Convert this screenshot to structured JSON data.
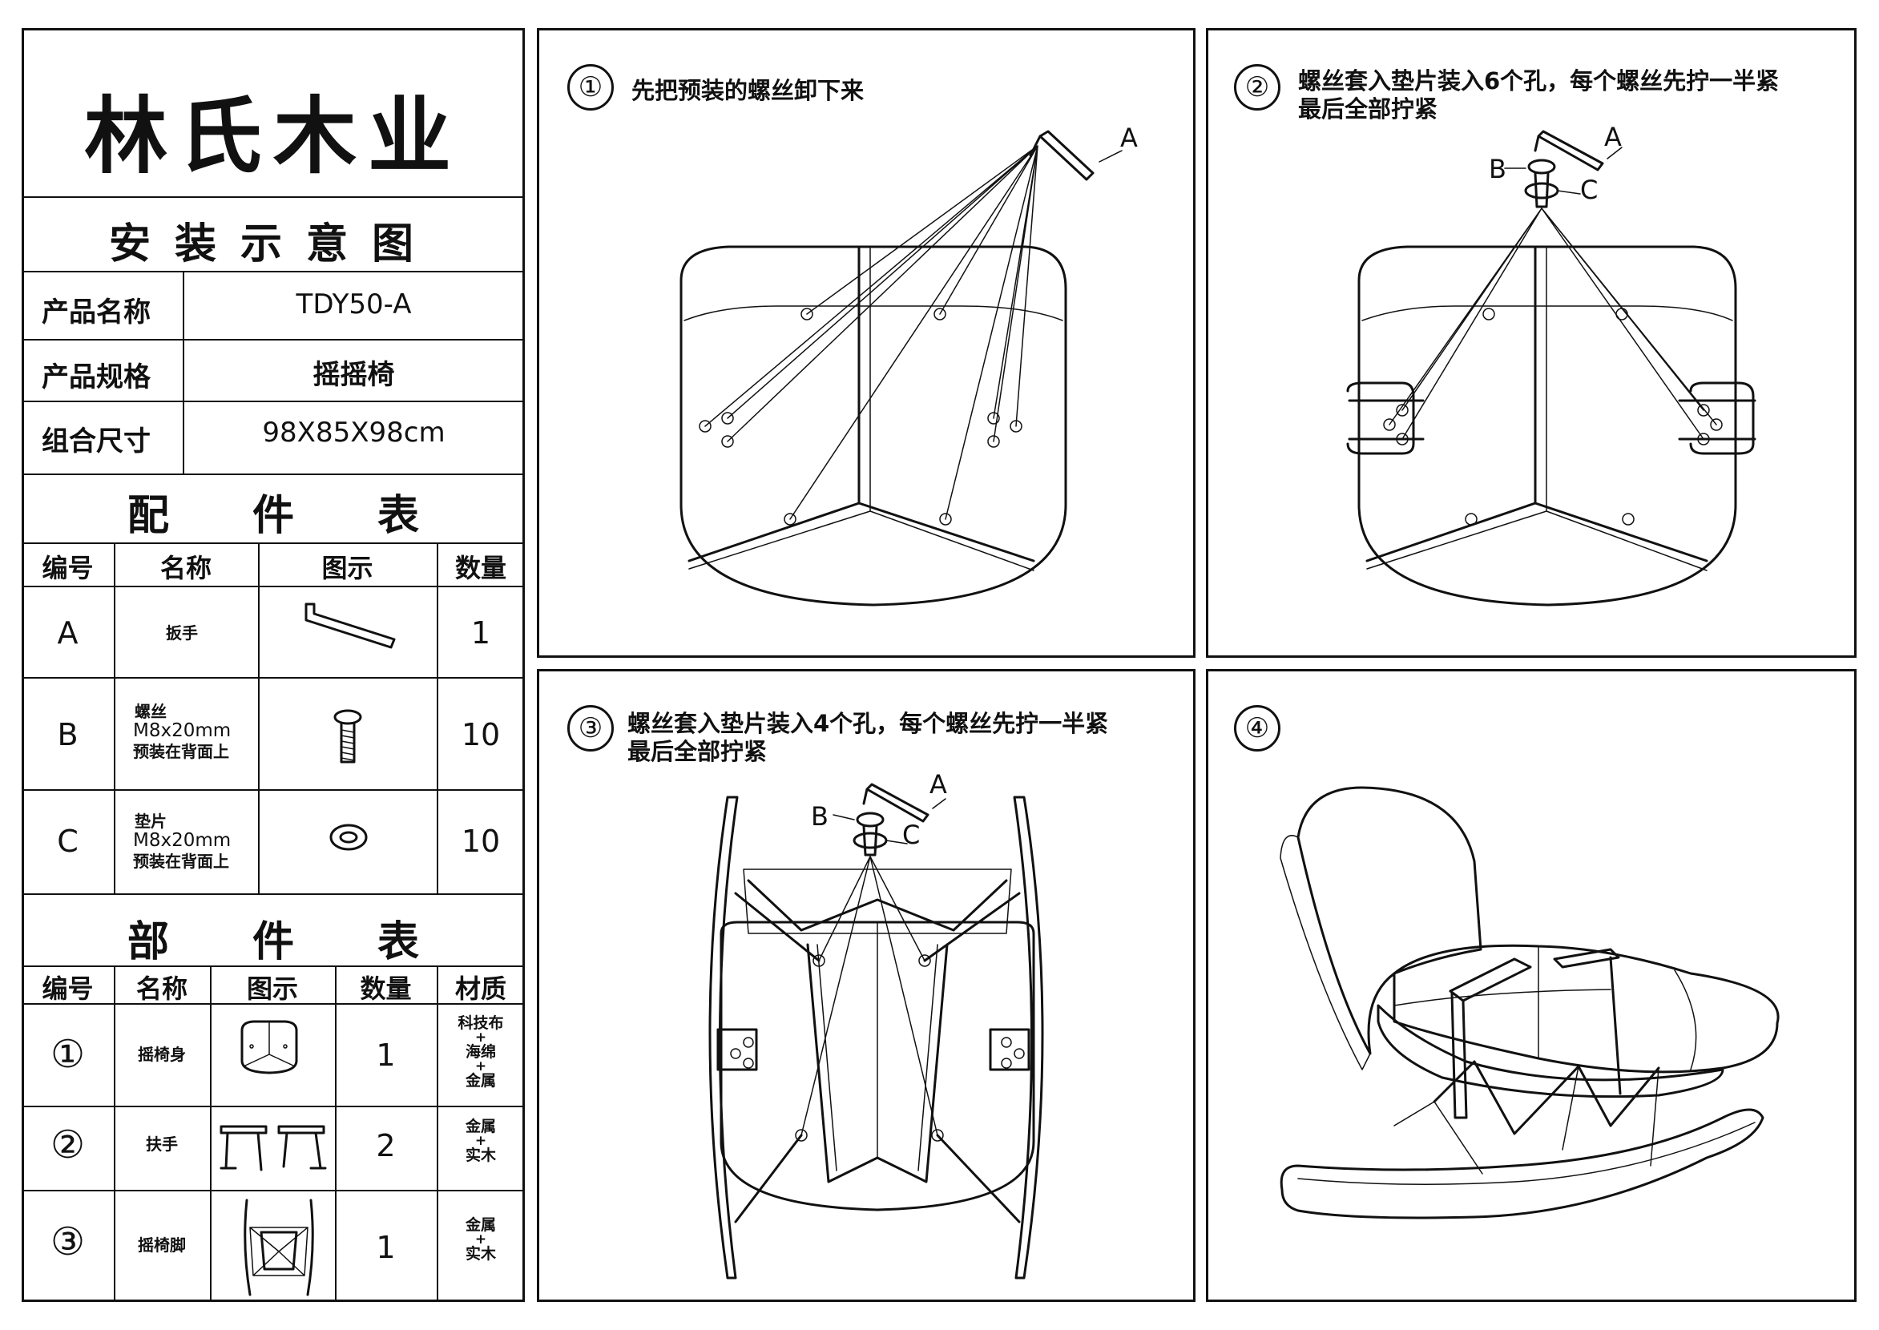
{
  "brand": {
    "name": "林氏木业"
  },
  "doc_title": "安装示意图",
  "product_info": [
    {
      "label": "产品名称",
      "value": "TDY50-A"
    },
    {
      "label": "产品规格",
      "value": "摇摇椅"
    },
    {
      "label": "组合尺寸",
      "value": "98X85X98cm"
    }
  ],
  "accessories": {
    "title": "配　　件　　表",
    "headers": [
      "编号",
      "名称",
      "图示",
      "数量"
    ],
    "rows": [
      {
        "id": "A",
        "name_lines": [
          "扳手"
        ],
        "qty": "1",
        "icon": "allen-wrench-icon"
      },
      {
        "id": "B",
        "name_lines": [
          "螺丝",
          "M8x20mm",
          "预装在背面上"
        ],
        "qty": "10",
        "icon": "screw-icon"
      },
      {
        "id": "C",
        "name_lines": [
          "垫片",
          "M8x20mm",
          "预装在背面上"
        ],
        "qty": "10",
        "icon": "washer-icon"
      }
    ]
  },
  "parts": {
    "title": "部　　件　　表",
    "headers": [
      "编号",
      "名称",
      "图示",
      "数量",
      "材质"
    ],
    "rows": [
      {
        "id": "①",
        "name": "摇椅身",
        "qty": "1",
        "material_lines": [
          "科技布",
          "+",
          "海绵",
          "+",
          "金属"
        ],
        "icon": "chair-body-icon"
      },
      {
        "id": "②",
        "name": "扶手",
        "qty": "2",
        "material_lines": [
          "金属",
          "+",
          "实木"
        ],
        "icon": "armrest-icon"
      },
      {
        "id": "③",
        "name": "摇椅脚",
        "qty": "1",
        "material_lines": [
          "金属",
          "+",
          "实木"
        ],
        "icon": "rocker-legs-icon"
      }
    ]
  },
  "steps": [
    {
      "num": "①",
      "text_lines": [
        "先把预装的螺丝卸下来"
      ],
      "callouts": [
        "A"
      ]
    },
    {
      "num": "②",
      "text_lines": [
        "螺丝套入垫片装入6个孔，每个螺丝先拧一半紧",
        "最后全部拧紧"
      ],
      "callouts": [
        "A",
        "B",
        "C"
      ]
    },
    {
      "num": "③",
      "text_lines": [
        "螺丝套入垫片装入4个孔，每个螺丝先拧一半紧",
        "最后全部拧紧"
      ],
      "callouts": [
        "A",
        "B",
        "C"
      ]
    },
    {
      "num": "④",
      "text_lines": [],
      "callouts": []
    }
  ]
}
